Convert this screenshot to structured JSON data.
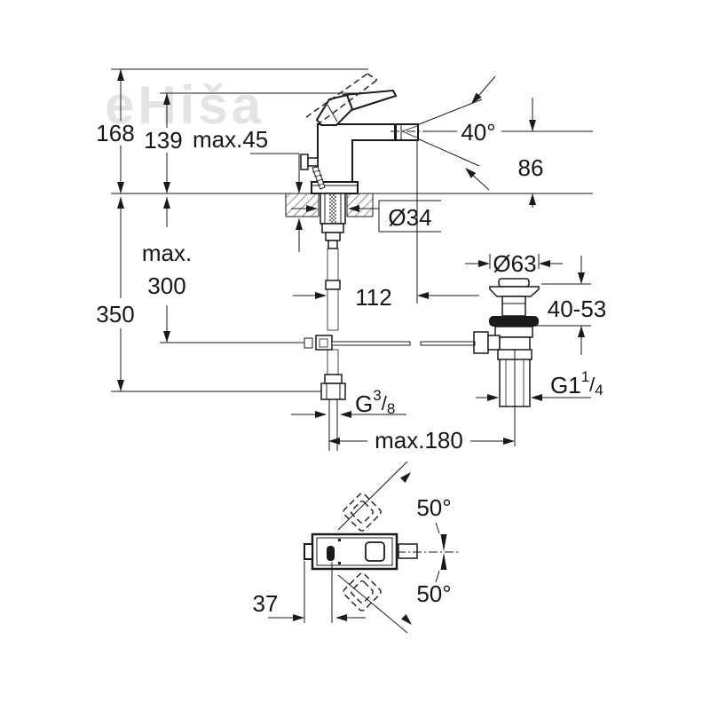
{
  "watermark": {
    "text": "eHiša"
  },
  "colors": {
    "line": "#1a1a1a",
    "watermark": "#e4e4e4",
    "background": "#ffffff"
  },
  "side_view": {
    "dim_168": "168",
    "dim_139": "139",
    "dim_max45": "max.45",
    "dim_40deg": "40°",
    "dim_86": "86",
    "dim_max300_line1": "max.",
    "dim_max300_line2": "300",
    "dim_350": "350",
    "dim_o34": "Ø34",
    "dim_112": "112",
    "dim_o63": "Ø63",
    "dim_40_53": "40-53",
    "g38": {
      "prefix": "G",
      "sup": "3",
      "slash": "/",
      "sub": "8"
    },
    "g114": {
      "prefix": "G1",
      "sup": "1",
      "slash": "/",
      "sub": "4"
    },
    "dim_max180": "max.180"
  },
  "top_view": {
    "dim_50_upper": "50°",
    "dim_50_lower": "50°",
    "dim_37": "37"
  }
}
